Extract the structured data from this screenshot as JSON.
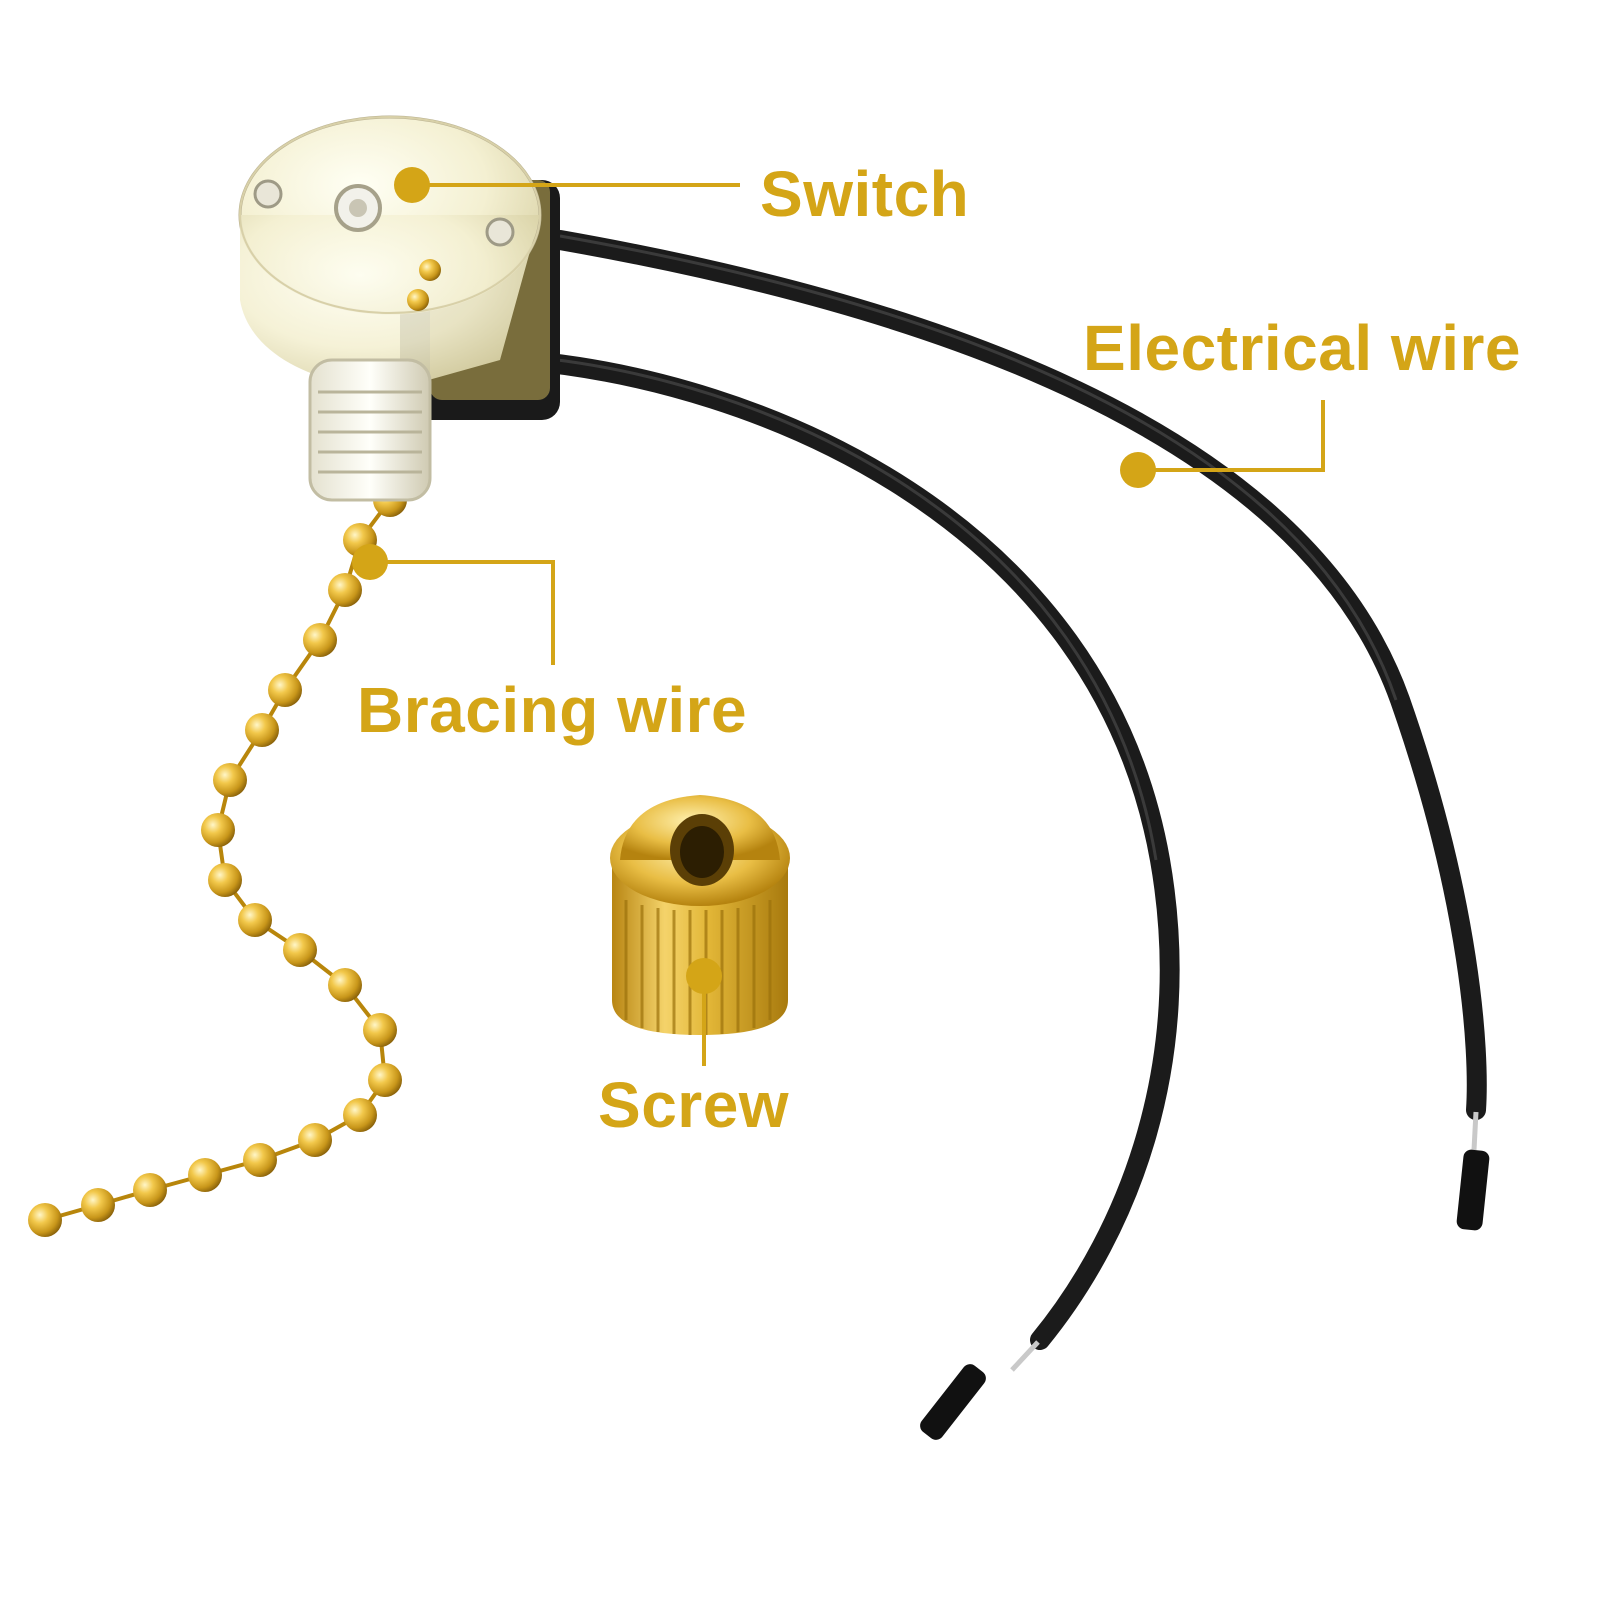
{
  "accent_color": "#D4A517",
  "labels": {
    "switch": "Switch",
    "electrical_wire": "Electrical wire",
    "bracing_wire": "Bracing wire",
    "screw": "Screw"
  },
  "parts": {
    "switch": "pull-chain-switch",
    "electrical_wire": "black-lead-wires",
    "bracing_wire": "gold-ball-chain",
    "screw": "brass-knurled-nut"
  }
}
